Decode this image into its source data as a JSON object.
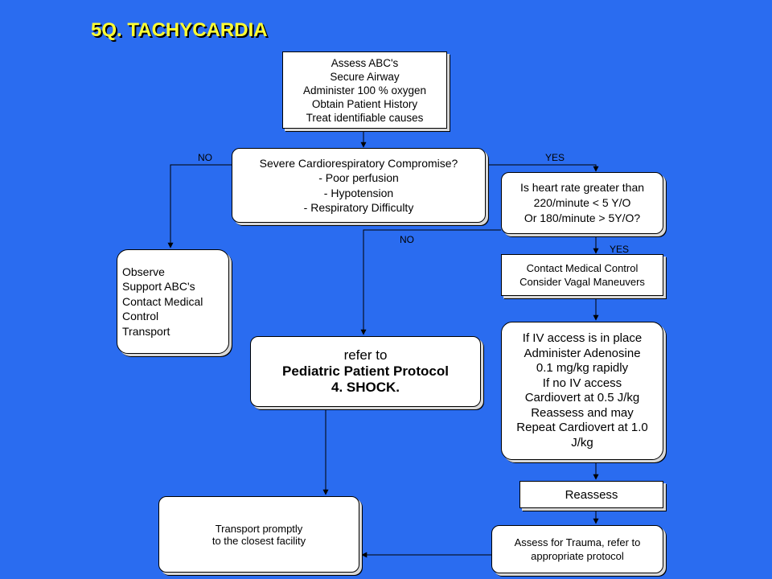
{
  "title": "5Q. TACHYCARDIA",
  "nodes": {
    "assess": [
      "Assess ABC's",
      "Secure Airway",
      "Administer 100 % oxygen",
      "Obtain Patient History",
      "Treat identifiable causes"
    ],
    "compromise": [
      "Severe Cardiorespiratory Compromise?",
      "- Poor perfusion",
      "- Hypotension",
      "- Respiratory Difficulty"
    ],
    "heart_rate": [
      "Is heart rate greater than",
      "220/minute < 5 Y/O",
      "Or 180/minute > 5Y/O?"
    ],
    "observe": [
      "Observe",
      "Support ABC's",
      "Contact Medical",
      "Control",
      "Transport"
    ],
    "contact": [
      "Contact Medical Control",
      "Consider Vagal Maneuvers"
    ],
    "refer_shock": [
      "refer to",
      "Pediatric Patient Protocol",
      "4. SHOCK."
    ],
    "iv_access": [
      "If IV access is in place",
      "Administer Adenosine",
      "0.1 mg/kg rapidly",
      "If no IV access",
      "Cardiovert at 0.5 J/kg",
      "Reassess and may",
      "Repeat Cardiovert at 1.0",
      "J/kg"
    ],
    "reassess": [
      "Reassess"
    ],
    "transport": [
      "Transport promptly",
      "to the closest facility"
    ],
    "trauma": [
      "Assess for Trauma, refer to",
      "appropriate protocol"
    ]
  },
  "edge_labels": {
    "compromise_no": "NO",
    "compromise_yes": "YES",
    "heart_rate_no": "NO",
    "heart_rate_yes": "YES"
  },
  "colors": {
    "background": "#2a6cf0",
    "title": "#ffff33",
    "box": "#ffffff",
    "line": "#000000"
  }
}
